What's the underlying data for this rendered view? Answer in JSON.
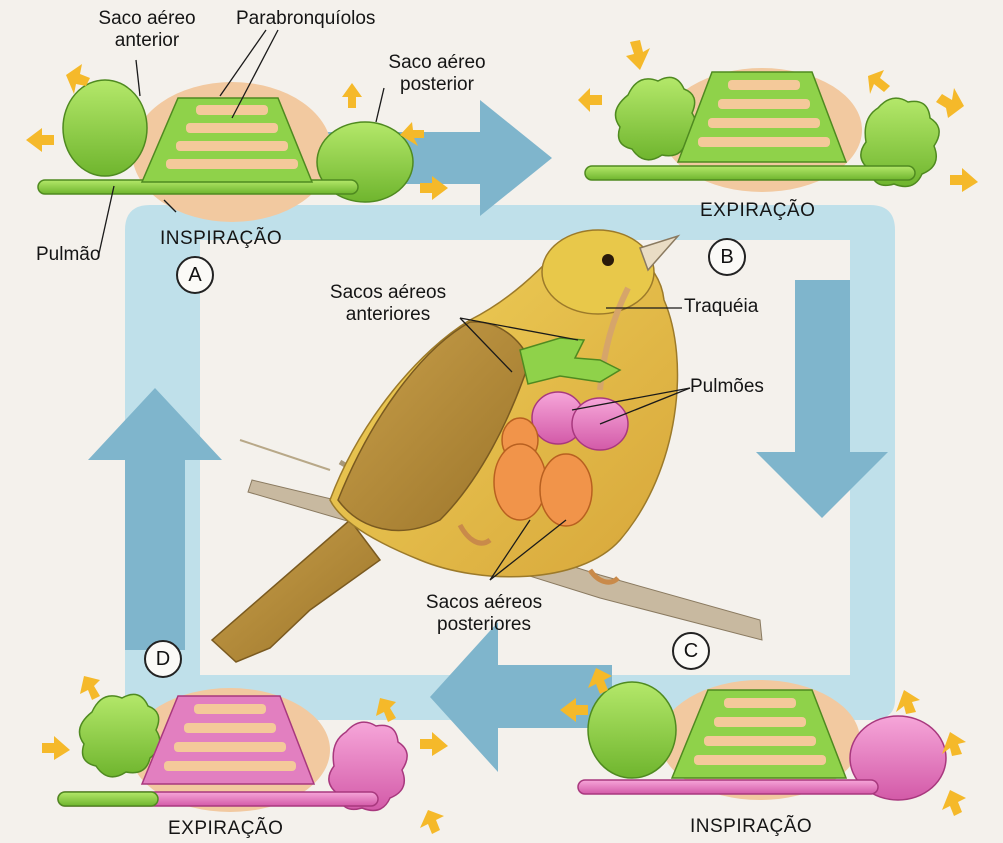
{
  "labels": {
    "saco_anterior": "Saco aéreo\nanterior",
    "parabronquiolos": "Parabronquíolos",
    "saco_posterior": "Saco aéreo\nposterior",
    "pulmao": "Pulmão",
    "inspiracao_a": "INSPIRAÇÃO",
    "expiracao_b": "EXPIRAÇÃO",
    "sacos_anteriores": "Sacos aéreos\nanteriores",
    "traqueia": "Traquéia",
    "pulmoes": "Pulmões",
    "sacos_posteriores": "Sacos aéreos\nposteriores",
    "expiracao_d": "EXPIRAÇÃO",
    "inspiracao_c": "INSPIRAÇÃO"
  },
  "stages": [
    "A",
    "B",
    "C",
    "D"
  ],
  "colors": {
    "fresh_air": "#8fd24a",
    "stale_air": "#e47ec0",
    "lung_tissue": "#f2c9a0",
    "flow_arrow": "#8fc3d6",
    "air_movement": "#f5b92a",
    "bird_body": "#e6c24a"
  }
}
